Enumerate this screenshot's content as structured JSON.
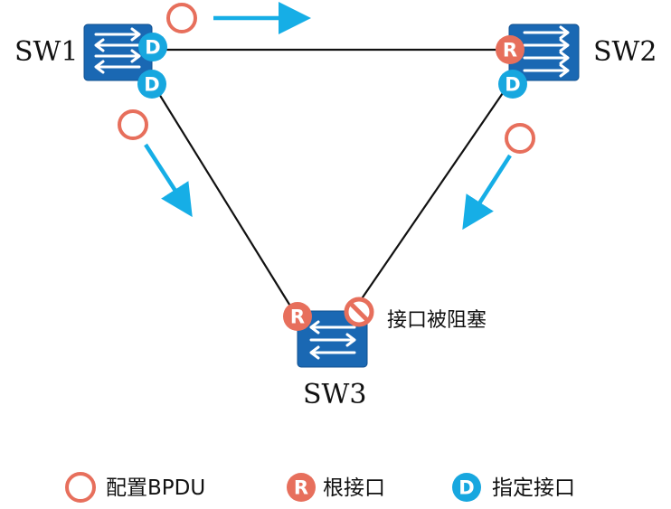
{
  "colors": {
    "switch_fill": "#1a68b3",
    "switch_stroke": "#0f4f8f",
    "root_port": "#e76f5c",
    "designated_port": "#17a7df",
    "bpdu_ring": "#e76f5c",
    "arrow": "#16aee6",
    "link": "#111111"
  },
  "switches": {
    "sw1": {
      "label": "SW1",
      "icon": "switch-icon"
    },
    "sw2": {
      "label": "SW2",
      "icon": "switch-icon"
    },
    "sw3": {
      "label": "SW3",
      "icon": "switch-icon"
    }
  },
  "ports": {
    "root_letter": "R",
    "designated_letter": "D"
  },
  "blocked_note": "接口被阻塞",
  "legend": {
    "bpdu": "配置BPDU",
    "root_port": "根接口",
    "designated_port": "指定接口"
  }
}
